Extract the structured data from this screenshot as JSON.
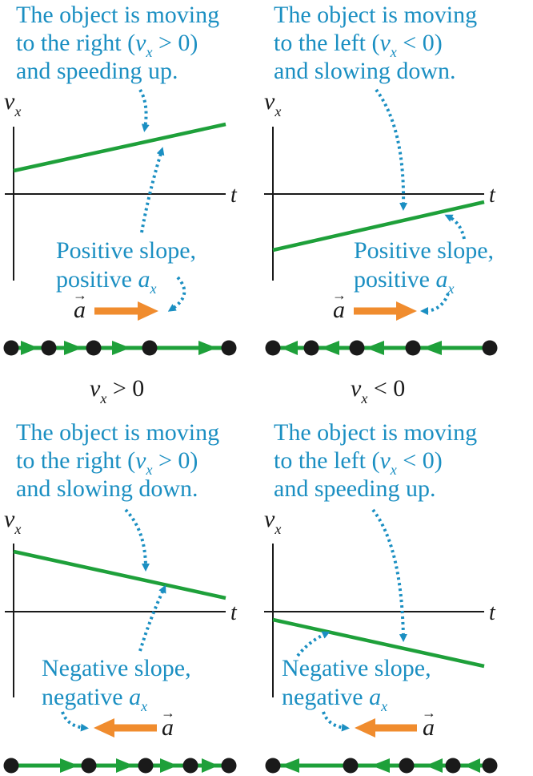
{
  "panels": [
    {
      "id": "right-speeding",
      "caption": [
        "The object is moving",
        "to the right (",
        ") and speeding up."
      ],
      "caption_lines": [
        "The object is moving",
        "to the right (v_x > 0)",
        "and speeding up."
      ],
      "slope_label": [
        "Positive slope,",
        "positive a"
      ],
      "velocity_sign": "right",
      "accel_direction": "right",
      "motion_direction": "right",
      "spacing": "increasing"
    },
    {
      "id": "left-slowing",
      "caption_lines": [
        "The object is moving",
        "to the left (v_x < 0)",
        "and slowing down."
      ],
      "slope_label": [
        "Positive slope,",
        "positive a"
      ],
      "velocity_sign": "left",
      "accel_direction": "right",
      "motion_direction": "left",
      "spacing": "decreasing-to-left"
    },
    {
      "id": "right-slowing",
      "caption_lines": [
        "The object is moving",
        "to the right (v_x > 0)",
        "and slowing down."
      ],
      "slope_label": [
        "Negative slope,",
        "negative a"
      ],
      "velocity_sign": "right",
      "accel_direction": "left",
      "motion_direction": "right",
      "spacing": "decreasing"
    },
    {
      "id": "left-speeding",
      "caption_lines": [
        "The object is moving",
        "to the left (v_x < 0)",
        "and speeding up."
      ],
      "slope_label": [
        "Negative slope,",
        "negative a"
      ],
      "velocity_sign": "left",
      "accel_direction": "left",
      "motion_direction": "left",
      "spacing": "increasing-to-left"
    }
  ],
  "text": {
    "cap1_l1": "The object is moving",
    "cap1_l2a": "to the right (",
    "cap1_l2b": ")",
    "cap1_l3": "and speeding up.",
    "cap2_l1": "The object is moving",
    "cap2_l2a": "to the left (",
    "cap2_l2b": ")",
    "cap2_l3": "and slowing down.",
    "cap3_l1": "The object is moving",
    "cap3_l2a": "to the right (",
    "cap3_l2b": ")",
    "cap3_l3": "and slowing down.",
    "cap4_l1": "The object is moving",
    "cap4_l2a": "to the left (",
    "cap4_l2b": ")",
    "cap4_l3": "and speeding up.",
    "pos_slope": "Positive slope,",
    "pos_a": "positive ",
    "neg_slope": "Negative slope,",
    "neg_a": "negative ",
    "v": "v",
    "x_sub": "x",
    "a": "a",
    "t": "t",
    "gt0": "> 0",
    "lt0": "< 0",
    "zero": "0"
  },
  "colors": {
    "caption": "#1b8fc2",
    "graph": "#1ea03a",
    "accel_arrow": "#f08c2e",
    "dot": "#1a1a1a",
    "axis": "#1a1a1a"
  }
}
